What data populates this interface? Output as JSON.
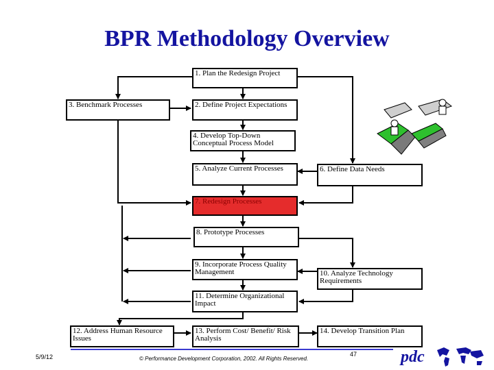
{
  "title": "BPR  Methodology Overview",
  "boxes": {
    "b1": "1. Plan the Redesign Project",
    "b2": "2. Define Project Expectations",
    "b3": "3. Benchmark Processes",
    "b4": "4. Develop Top-Down Conceptual Process Model",
    "b5": "5. Analyze  Current Processes",
    "b6": "6. Define Data Needs",
    "b7": "7. Redesign Processes",
    "b8": "8. Prototype Processes",
    "b9": "9. Incorporate Process Quality Management",
    "b10": "10. Analyze Technology Requirements",
    "b11": "11. Determine Organizational Impact",
    "b12": "12. Address Human Resource Issues",
    "b13": "13. Perform Cost/ Benefit/ Risk Analysis",
    "b14": "14. Develop Transition Plan"
  },
  "footer": {
    "date": "5/9/12",
    "copyright": "© Performance Development Corporation, 2002.  All Rights Reserved.",
    "page": "47",
    "logo": "pdc"
  },
  "colors": {
    "title": "#1414a0",
    "highlight": "#e52c2c"
  },
  "icons": {
    "clipart": "people-on-puzzle-icon",
    "logo_map": "world-map-icon"
  }
}
